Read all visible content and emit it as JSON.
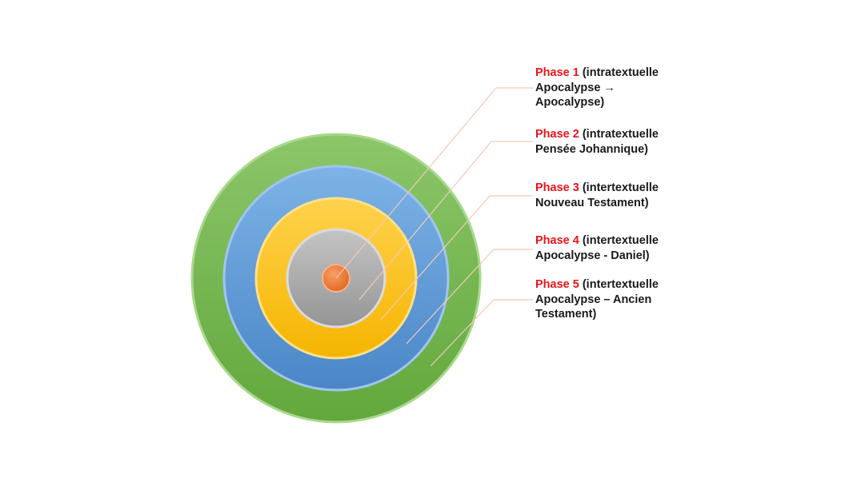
{
  "colors": {
    "ring_green": "#72b24a",
    "ring_blue": "#5b9bd5",
    "ring_yellow": "#ffc000",
    "ring_gray": "#a5a5a5",
    "center_orange": "#ed7d31",
    "phase_name_red": "#e8141b",
    "leader_line": "#f4c9b8"
  },
  "phases": [
    {
      "name": "Phase 1",
      "line1": " (intratextuelle",
      "line2": "Apocalypse →",
      "line3": "Apocalypse)"
    },
    {
      "name": "Phase 2",
      "line1": " (intratextuelle",
      "line2": "Pensée Johannique)",
      "line3": ""
    },
    {
      "name": "Phase 3",
      "line1": " (intertextuelle",
      "line2": "Nouveau Testament)",
      "line3": ""
    },
    {
      "name": "Phase 4",
      "line1": " (intertextuelle",
      "line2": "Apocalypse - Daniel)",
      "line3": ""
    },
    {
      "name": "Phase 5",
      "line1": " (intertextuelle",
      "line2": "Apocalypse – Ancien",
      "line3": "Testament)"
    }
  ]
}
